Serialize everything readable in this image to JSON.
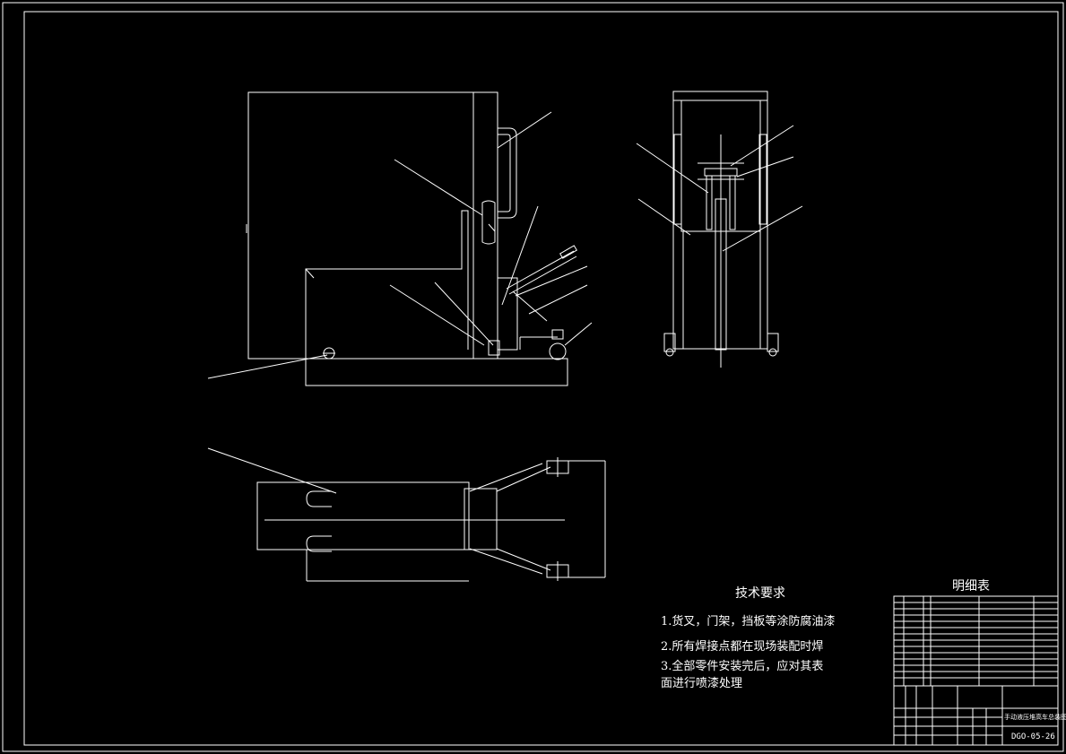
{
  "tech_requirements": {
    "title": "技术要求",
    "lines": [
      "1.货叉，门架，挡板等涂防腐油漆",
      "2.所有焊接点都在现场装配时焊",
      "3.全部零件安装完后，应对其表",
      "面进行喷漆处理"
    ]
  },
  "bom": {
    "title": "明细表"
  },
  "title_block": {
    "drawing_name": "手动液压堆高车总装图",
    "drawing_code": "DGO-05-26"
  },
  "colors": {
    "background": "#000000",
    "line": "#ffffff"
  }
}
